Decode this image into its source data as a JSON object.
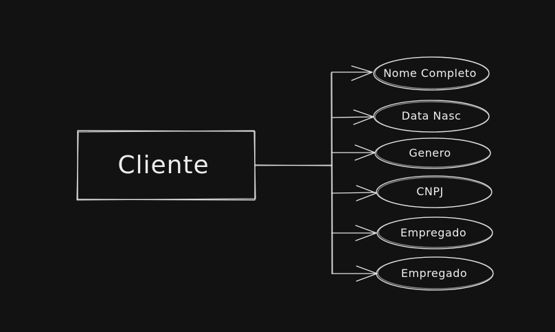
{
  "diagram": {
    "entity": {
      "label": "Cliente"
    },
    "attributes": [
      {
        "label": "Nome Completo"
      },
      {
        "label": "Data Nasc"
      },
      {
        "label": "Genero"
      },
      {
        "label": "CNPJ"
      },
      {
        "label": "Empregado"
      },
      {
        "label": "Empregado"
      }
    ],
    "colors": {
      "background": "#121212",
      "stroke": "#e6e6e6",
      "text": "#ededed"
    }
  }
}
